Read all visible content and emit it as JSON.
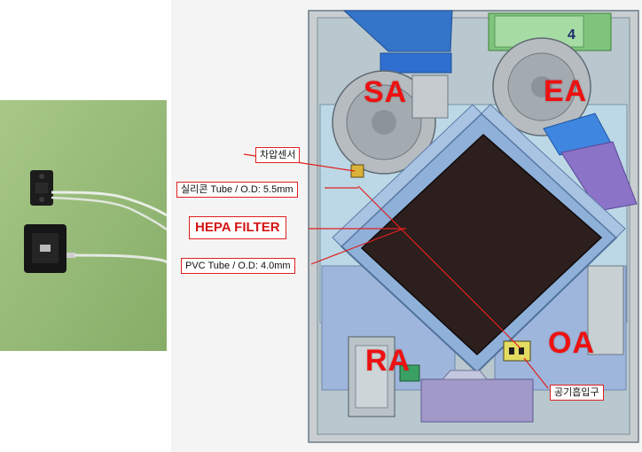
{
  "labels": {
    "zone_sa": "SA",
    "zone_ea": "EA",
    "zone_ra": "RA",
    "zone_oa": "OA",
    "pressure_sensor": "차압센서",
    "silicone_tube": "실리콘 Tube / O.D: 5.5mm",
    "hepa_filter": "HEPA FILTER",
    "pvc_tube": "PVC Tube / O.D: 4.0mm",
    "air_inlet": "공기흡입구"
  },
  "lcd": {
    "digit": "4"
  },
  "colors": {
    "callout_border": "#e02020",
    "zone_text": "#ee1111",
    "filter_core": "#2d1f1e",
    "housing_blue": "#8fb0d8",
    "duct_purple": "#8b73c7",
    "fan_blue": "#2f6fd0",
    "photo_green": "#9cbf7a"
  }
}
